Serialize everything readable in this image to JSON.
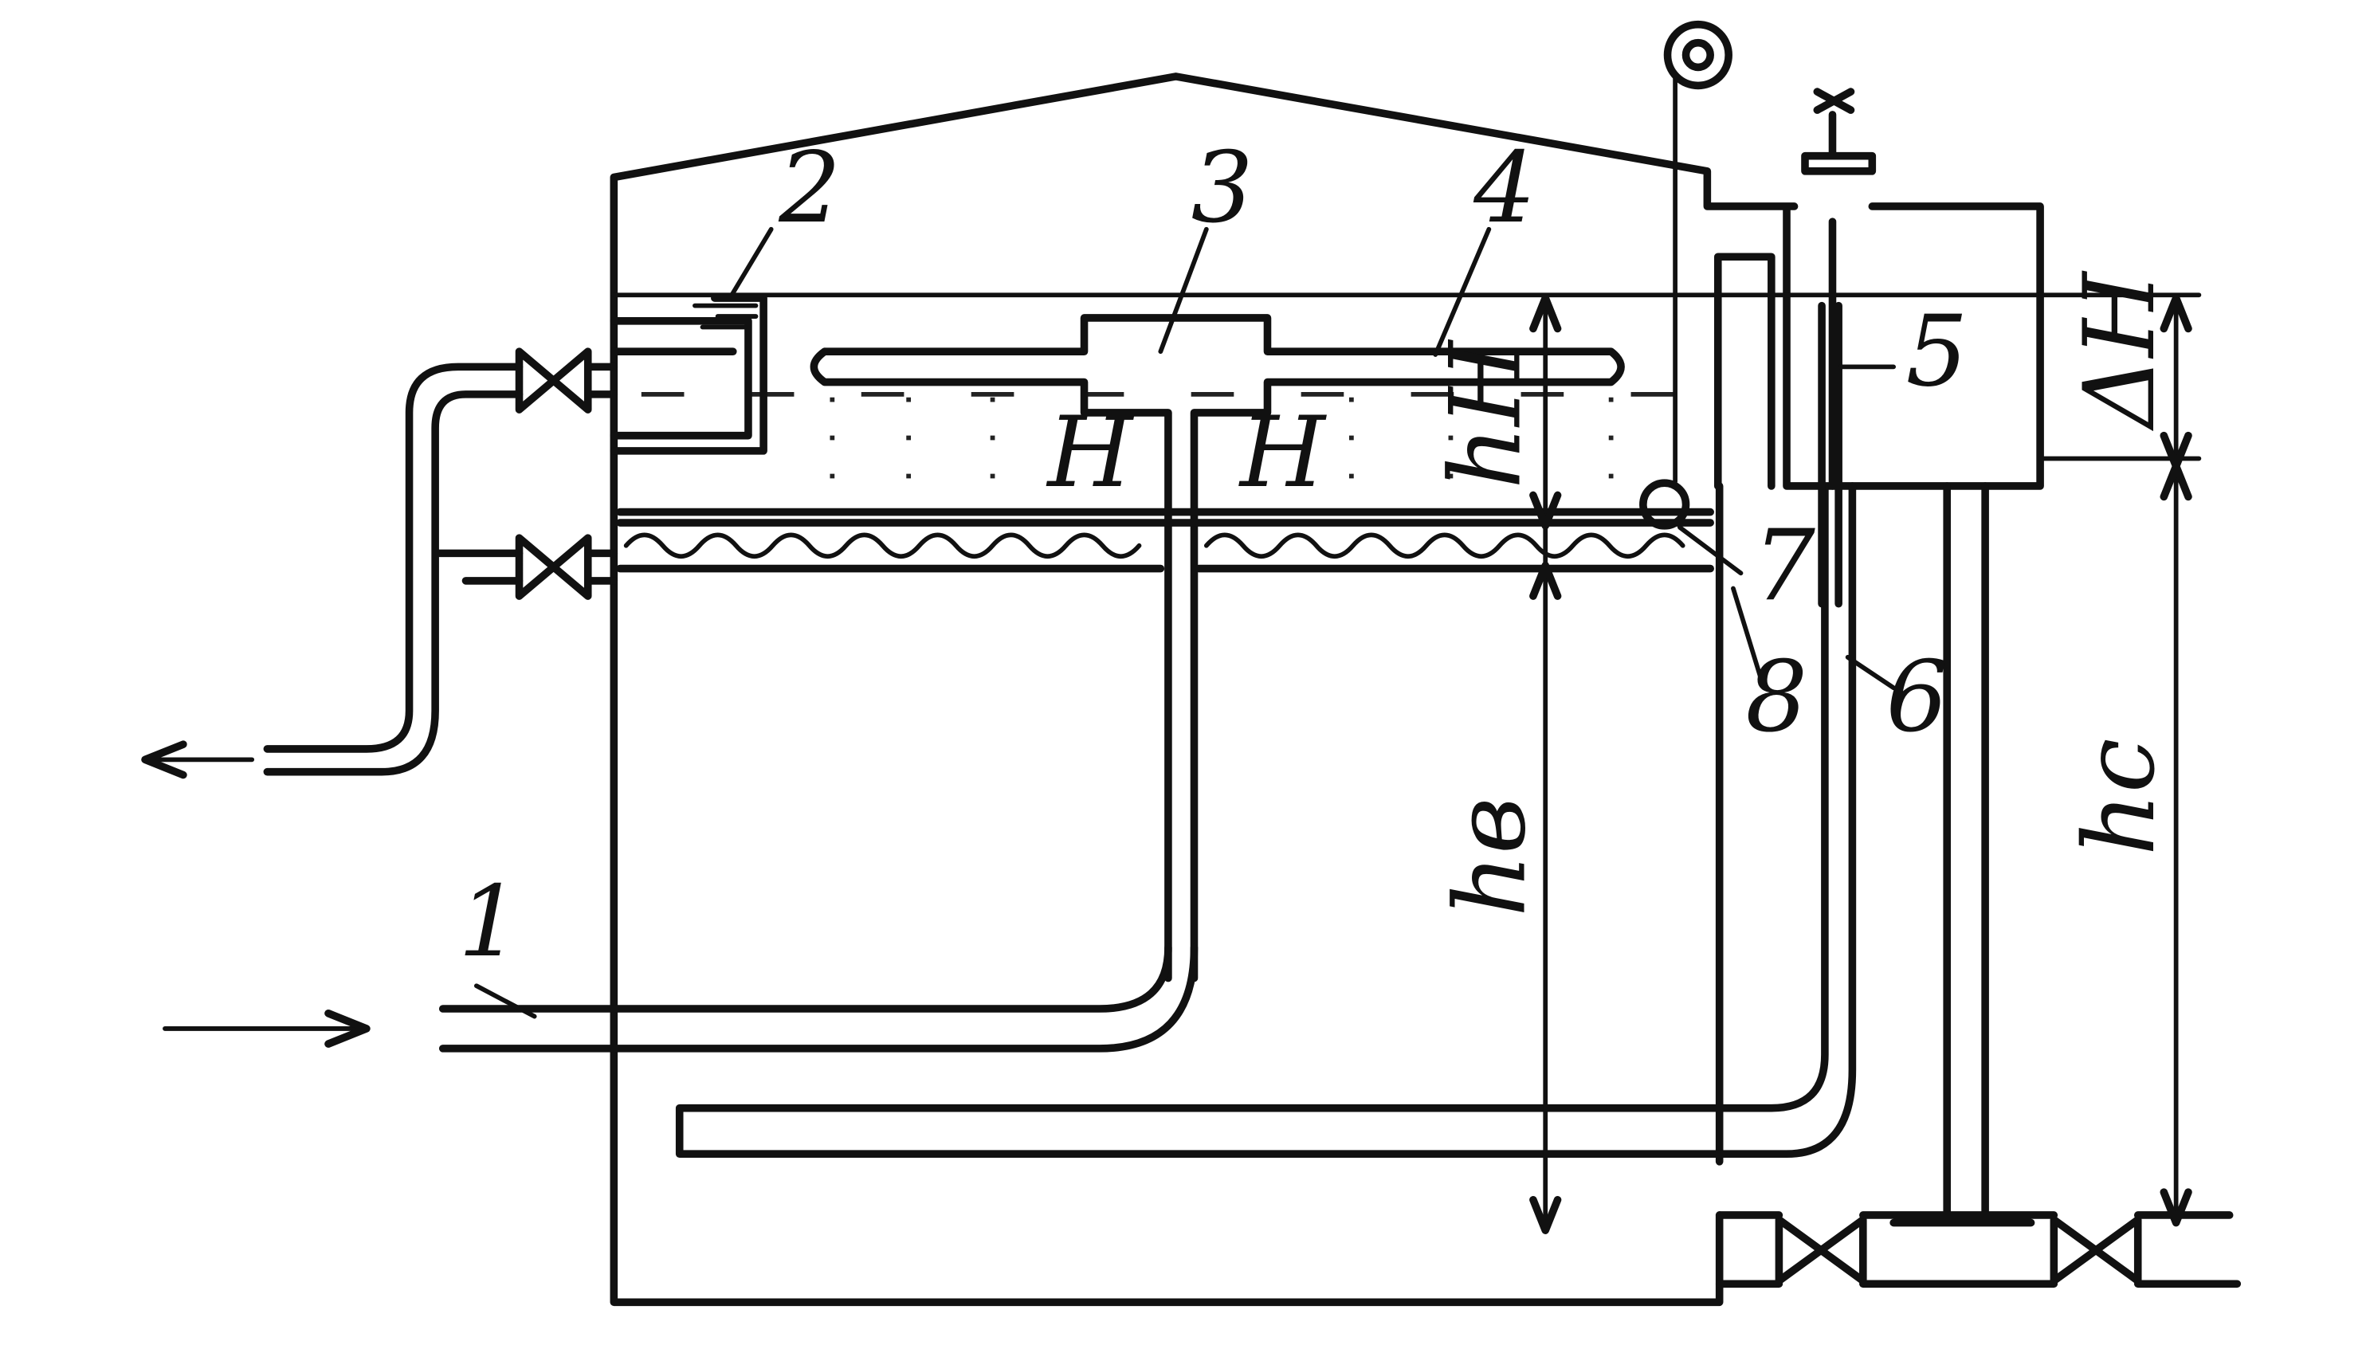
{
  "labels": {
    "n1": "1",
    "n2": "2",
    "n3": "3",
    "n4": "4",
    "n5": "5",
    "n6": "6",
    "n7": "7",
    "n8": "8",
    "H_left": "H",
    "H_right": "H",
    "h_H": "hH",
    "h_B": "hв",
    "h_C": "hc",
    "delta_H": "ΔH"
  }
}
